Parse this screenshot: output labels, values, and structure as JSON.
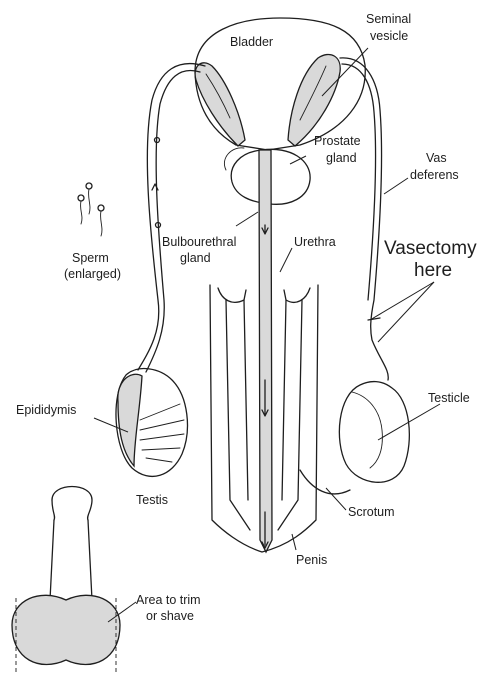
{
  "labels": {
    "bladder": "Bladder",
    "seminal_vesicle_1": "Seminal",
    "seminal_vesicle_2": "vesicle",
    "prostate_1": "Prostate",
    "prostate_2": "gland",
    "vas_1": "Vas",
    "vas_2": "deferens",
    "sperm_1": "Sperm",
    "sperm_2": "(enlarged)",
    "bulbo_1": "Bulbourethral",
    "bulbo_2": "gland",
    "urethra": "Urethra",
    "vasectomy_1": "Vasectomy",
    "vasectomy_2": "here",
    "epididymis": "Epididymis",
    "testicle": "Testicle",
    "testis": "Testis",
    "scrotum": "Scrotum",
    "penis": "Penis",
    "area_1": "Area to trim",
    "area_2": "or shave"
  },
  "colors": {
    "line": "#1e1e1e",
    "shade": "#d9d9d9",
    "background": "#ffffff"
  }
}
